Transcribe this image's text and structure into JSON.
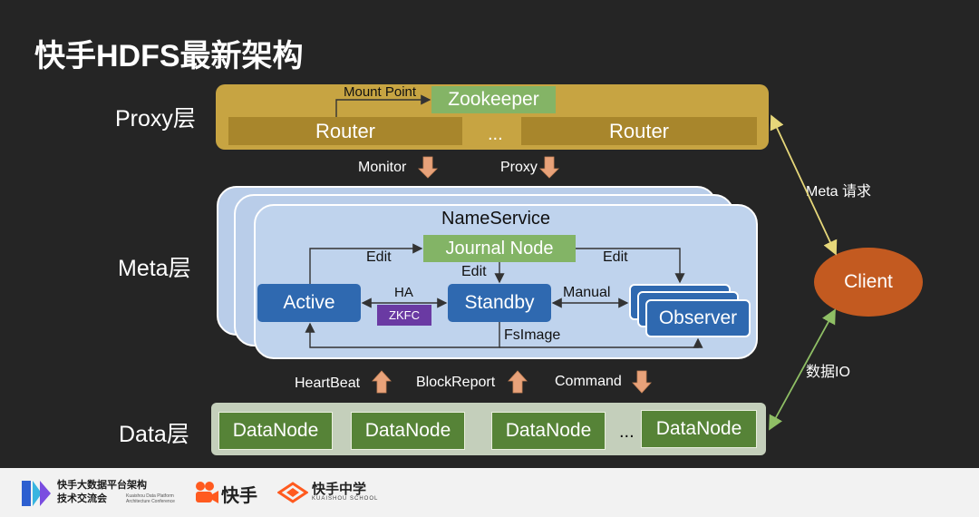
{
  "title": "快手HDFS最新架构",
  "layers": {
    "proxy": "Proxy层",
    "meta": "Meta层",
    "data": "Data层"
  },
  "proxy_layer": {
    "zookeeper": "Zookeeper",
    "mount_point": "Mount Point",
    "routers": [
      "Router",
      "Router"
    ],
    "ellipsis": "..."
  },
  "between": {
    "monitor": "Monitor",
    "proxy": "Proxy",
    "heartbeat": "HeartBeat",
    "blockreport": "BlockReport",
    "command": "Command"
  },
  "meta_layer": {
    "nameservice": "NameService",
    "journal_node": "Journal Node",
    "active": "Active",
    "standby": "Standby",
    "observer": "Observer",
    "zkfc": "ZKFC",
    "ha": "HA",
    "edit": "Edit",
    "manual": "Manual",
    "fsimage": "FsImage"
  },
  "data_layer": {
    "nodes": [
      "DataNode",
      "DataNode",
      "DataNode",
      "DataNode"
    ],
    "ellipsis": "..."
  },
  "client": {
    "label": "Client",
    "meta_request": "Meta 请求",
    "data_io": "数据IO"
  },
  "footer": {
    "conf_line1": "快手大数据平台架构",
    "conf_line2": "技术交流会",
    "conf_en1": "Kuaishou Data Platform",
    "conf_en2": "Architecture Conference",
    "brand": "快手",
    "school_cn": "快手中学",
    "school_en": "KUAISHOU SCHOOL"
  },
  "colors": {
    "proxy": "#c7a442",
    "router": "#a8862c",
    "green": "#84b466",
    "blue": "#2f69b0",
    "purple": "#6a3aa3",
    "data_bg": "#c4cfbb",
    "datanode": "#568337",
    "client": "#c35a20",
    "arrow": "#e8a27a"
  }
}
